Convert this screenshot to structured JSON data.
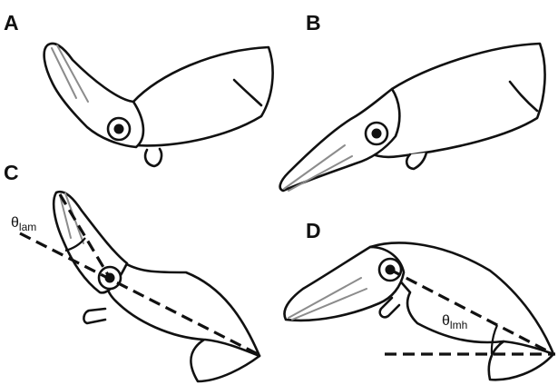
{
  "panels": [
    {
      "id": "A",
      "label": "A"
    },
    {
      "id": "B",
      "label": "B"
    },
    {
      "id": "C",
      "label": "C",
      "angle": {
        "symbol": "θ",
        "subscript": "lam"
      }
    },
    {
      "id": "D",
      "label": "D",
      "angle": {
        "symbol": "θ",
        "subscript": "lmh"
      }
    }
  ],
  "colors": {
    "outline": "#111111",
    "arms": "#8c8c8c",
    "background": "#ffffff"
  }
}
